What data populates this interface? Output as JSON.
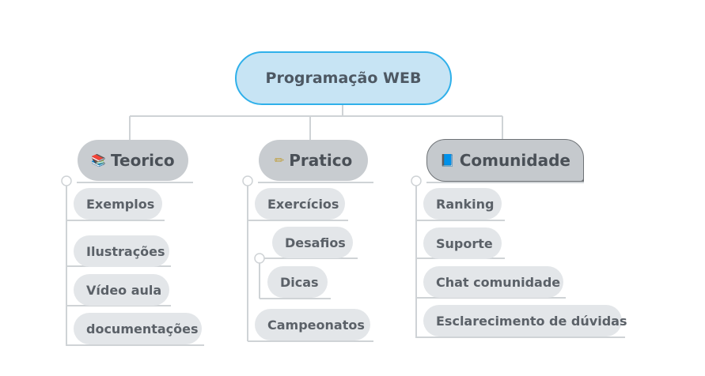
{
  "root": {
    "label": "Programação WEB"
  },
  "branches": [
    {
      "label": "Teorico",
      "icon": "books-icon",
      "glyph": "📚",
      "leaves": [
        "Exemplos",
        "Ilustrações",
        "Vídeo aula",
        "documentações"
      ]
    },
    {
      "label": "Pratico",
      "icon": "pencil-icon",
      "glyph": "✏",
      "leaves": [
        "Exercícios",
        "Desafios",
        "Dicas",
        "Campeonatos"
      ]
    },
    {
      "label": "Comunidade",
      "icon": "blue-book-icon",
      "glyph": "📘",
      "leaves": [
        "Ranking",
        "Suporte",
        "Chat comunidade",
        "Esclarecimento de dúvidas"
      ]
    }
  ],
  "colors": {
    "root_fill": "#c7e4f4",
    "root_border": "#2fb0ea",
    "branch_fill": "#c8ccd0",
    "leaf_fill": "#e3e6e9",
    "line": "#cfd3d6"
  }
}
